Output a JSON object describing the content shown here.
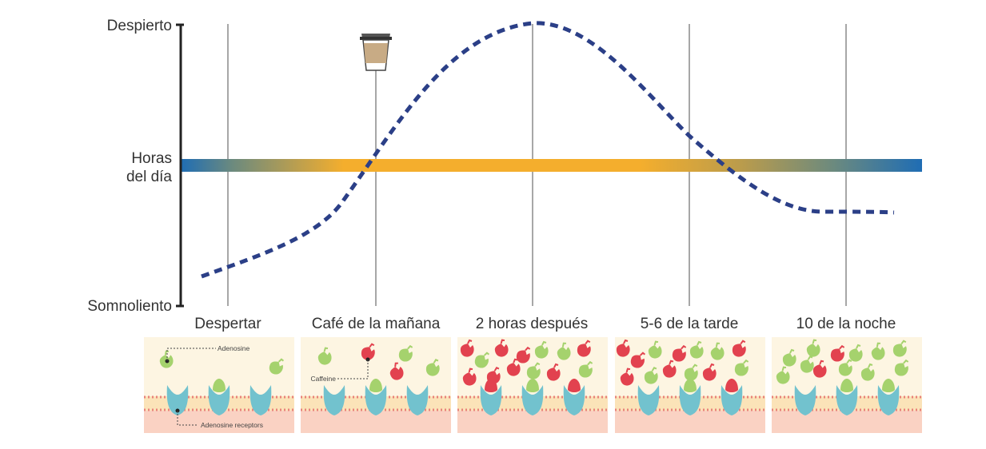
{
  "y_axis": {
    "top_label": "Despierto",
    "middle_label_line1": "Horas",
    "middle_label_line2": "del día",
    "bottom_label": "Somnoliento"
  },
  "timepoints": [
    "Despertar",
    "Café de la mañana",
    "2 horas después",
    "5-6 de la tarde",
    "10 de la noche"
  ],
  "annotations": {
    "adenosine": "Adenosine",
    "caffeine": "Caffeine",
    "adenosine_receptors": "Adenosine receptors"
  },
  "colors": {
    "curve": "#2b3f87",
    "band_edge": "#1f6db4",
    "band_center": "#f4ae2d",
    "adenosine": "#a5d26d",
    "caffeine": "#e2424f",
    "receptor": "#72c2ce",
    "panel_top": "#fdf5e2",
    "panel_bottom": "#fad2c3",
    "membrane_dots": "#e8837b"
  },
  "icons": {
    "coffee": "coffee-cup-icon"
  },
  "chart_data": {
    "type": "line",
    "curve": "alertness over the day",
    "x": [
      "Despertar",
      "Café de la mañana",
      "2 horas después",
      "5-6 de la tarde",
      "10 de la noche"
    ],
    "values_relative": [
      0.13,
      0.52,
      1.0,
      0.6,
      0.32
    ],
    "y_range_labels": [
      "Somnoliento",
      "Despierto"
    ],
    "line_style": "dashed"
  }
}
